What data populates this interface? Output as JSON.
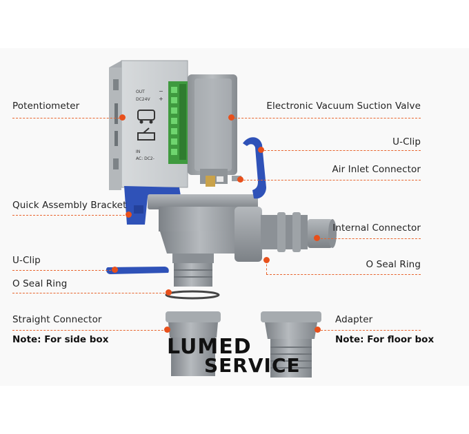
{
  "labels": {
    "potentiometer": "Potentiometer",
    "quick_bracket": "Quick Assembly Bracket",
    "u_clip_left": "U-Clip",
    "o_seal_left": "O Seal Ring",
    "straight_connector": "Straight Connector",
    "note_side": "Note: For side box",
    "valve": "Electronic Vacuum Suction Valve",
    "u_clip_right": "U-Clip",
    "air_inlet": "Air Inlet Connector",
    "internal_connector": "Internal Connector",
    "o_seal_right": "O Seal Ring",
    "adapter": "Adapter",
    "note_floor": "Note: For floor box"
  },
  "device_text": {
    "out_label": "OUT",
    "dc24v_label": "DC24V",
    "minus": "−",
    "plus": "+",
    "in_label": "IN",
    "ac_dc": "AC: DC2-"
  },
  "logo": {
    "line1": "LUMED",
    "line2": "SERVICE"
  },
  "colors": {
    "accent": "#e8501b",
    "clip_blue": "#2e52b8",
    "body_gray": "#9ea3a8",
    "terminal_green": "#5cc45c"
  }
}
